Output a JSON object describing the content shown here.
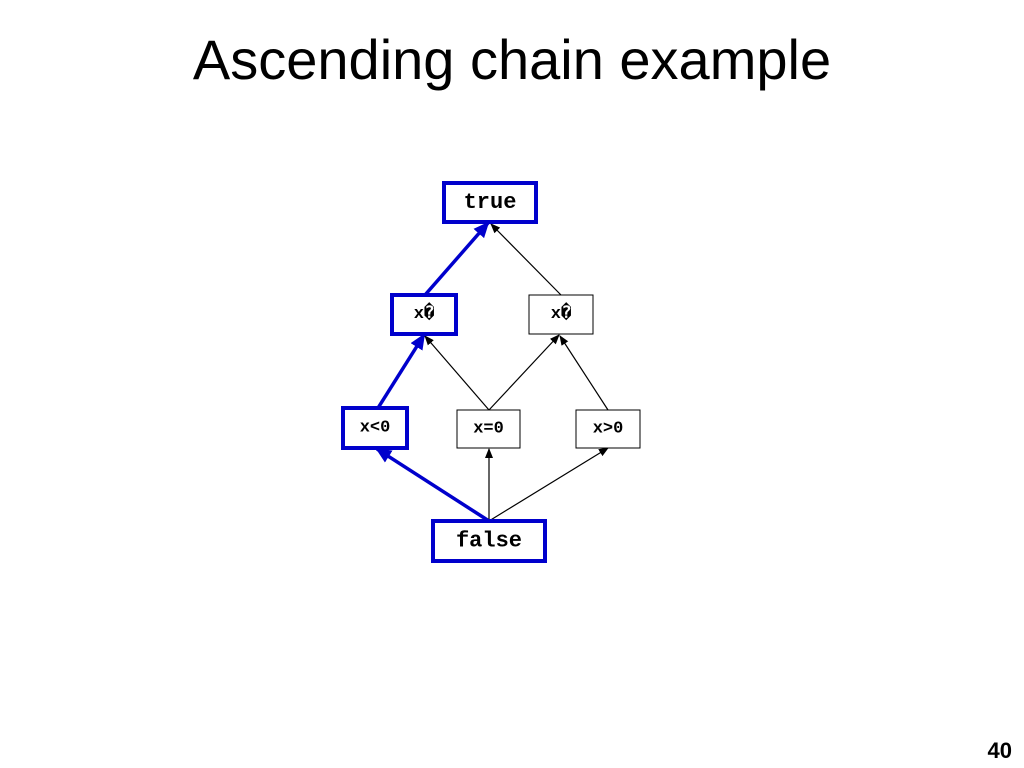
{
  "slide": {
    "title": "Ascending chain example",
    "page_number": "40"
  },
  "lattice": {
    "highlight_color": "#0000cc",
    "edge_color": "#000000",
    "nodes": [
      {
        "id": "true",
        "label": "true",
        "highlighted": true
      },
      {
        "id": "x-le-0",
        "label": "x�",
        "highlighted": true
      },
      {
        "id": "x-ge-0",
        "label": "x�",
        "highlighted": false
      },
      {
        "id": "x-lt-0",
        "label": "x<0",
        "highlighted": true
      },
      {
        "id": "x-eq-0",
        "label": "x=0",
        "highlighted": false
      },
      {
        "id": "x-gt-0",
        "label": "x>0",
        "highlighted": false
      },
      {
        "id": "false",
        "label": "false",
        "highlighted": true
      }
    ],
    "edges": [
      {
        "from": "x-le-0",
        "to": "true",
        "highlighted": true
      },
      {
        "from": "x-ge-0",
        "to": "true",
        "highlighted": false
      },
      {
        "from": "x-lt-0",
        "to": "x-le-0",
        "highlighted": true
      },
      {
        "from": "x-eq-0",
        "to": "x-le-0",
        "highlighted": false
      },
      {
        "from": "x-eq-0",
        "to": "x-ge-0",
        "highlighted": false
      },
      {
        "from": "x-gt-0",
        "to": "x-ge-0",
        "highlighted": false
      },
      {
        "from": "false",
        "to": "x-lt-0",
        "highlighted": true
      },
      {
        "from": "false",
        "to": "x-eq-0",
        "highlighted": false
      },
      {
        "from": "false",
        "to": "x-gt-0",
        "highlighted": false
      }
    ]
  }
}
